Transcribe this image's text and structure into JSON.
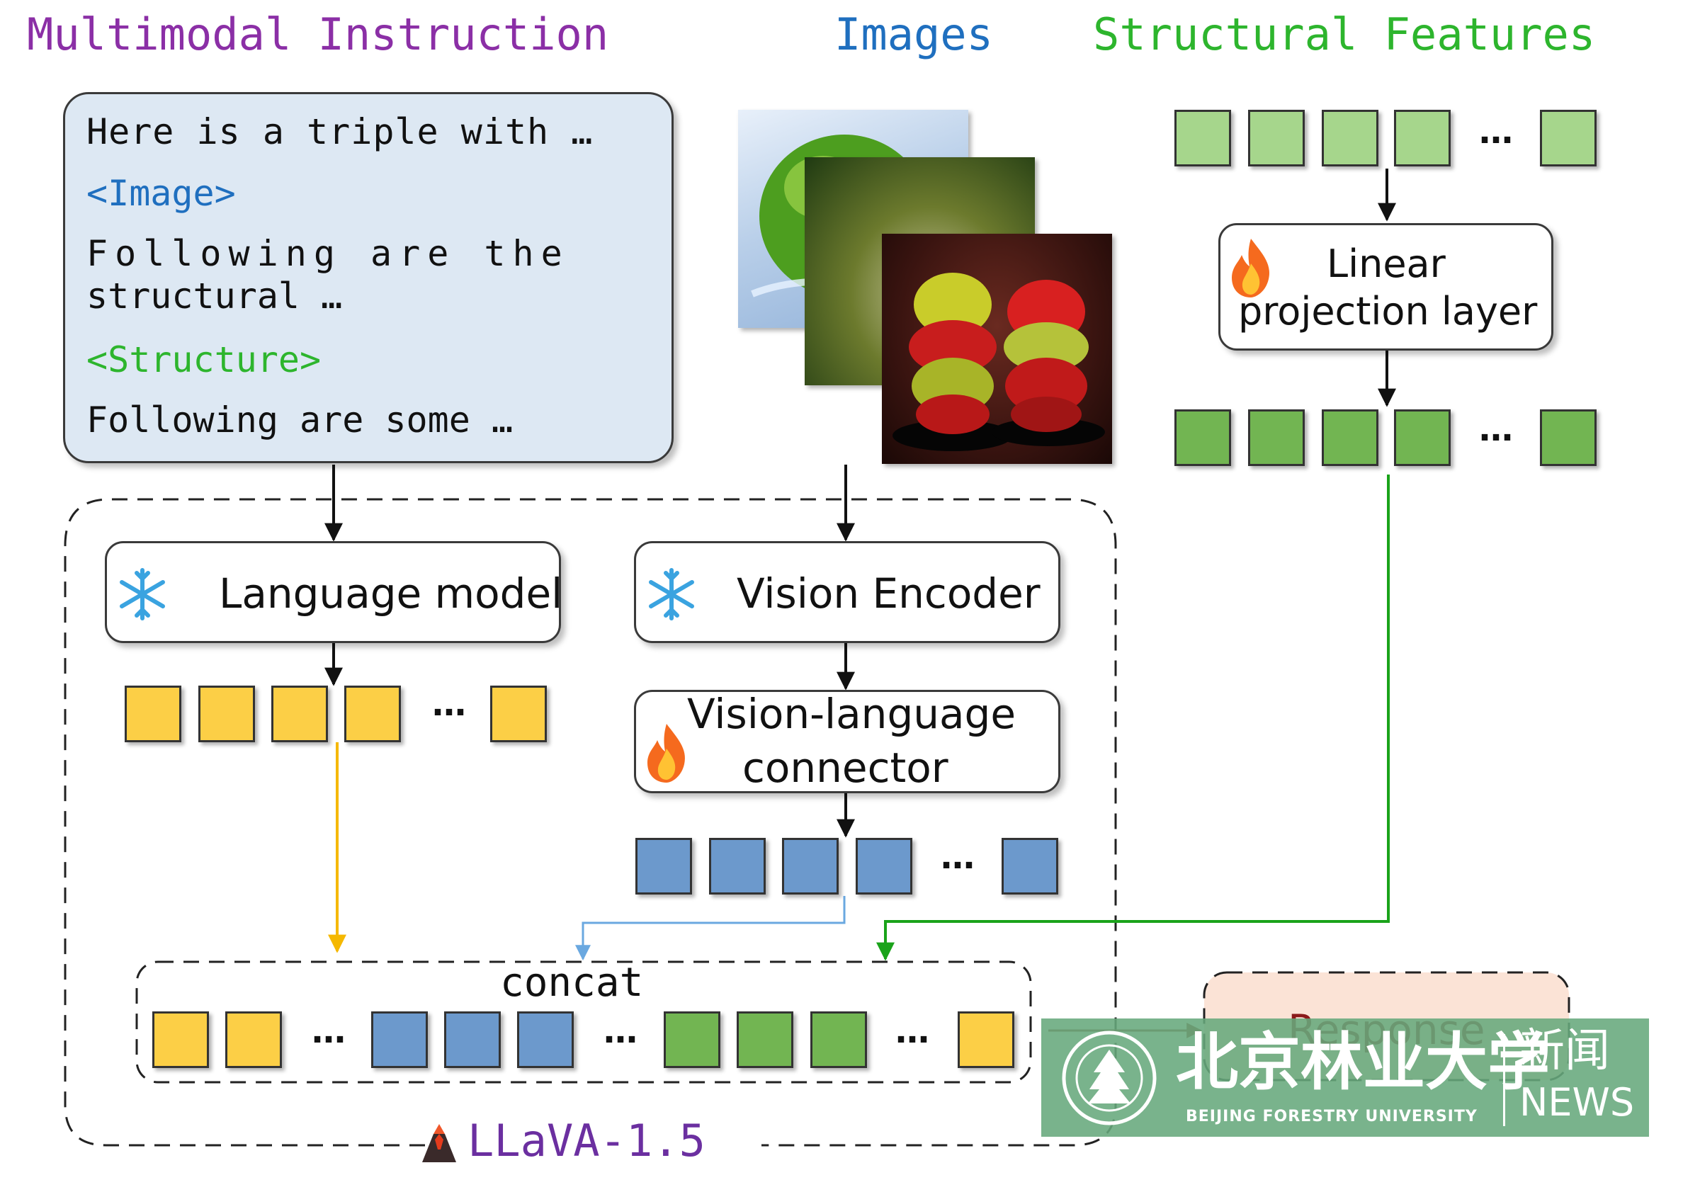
{
  "headers": {
    "instruction": "Multimodal Instruction",
    "images": "Images",
    "structural": "Structural Features"
  },
  "colors": {
    "instruction_header": "#8b2fa6",
    "images_header": "#1f6fbf",
    "structural_header": "#2db52d",
    "tag_image": "#1f6fbf",
    "tag_structure": "#2db52d",
    "llava_label": "#6b2fa0",
    "token_yellow": "#fccf46",
    "token_blue": "#6c99cc",
    "token_green": "#72b552",
    "token_light_green": "#a6d68c",
    "arrow_yellow": "#f5b800",
    "arrow_blue": "#6aa8e0",
    "arrow_green": "#1aa31a",
    "response_fill": "#fbe3d6"
  },
  "instruction": {
    "line1": "Here is a triple with …",
    "tag_image": "<Image>",
    "line3": "Following are the",
    "line4": "structural …",
    "tag_structure": "<Structure>",
    "line6": "Following are some …"
  },
  "modules": {
    "language_model": "Language model",
    "vision_encoder": "Vision Encoder",
    "vl_connector_line1": "Vision-language",
    "vl_connector_line2": "connector",
    "linear_line1": "Linear",
    "linear_line2": "projection layer"
  },
  "icons": {
    "frozen": "snowflake-icon",
    "trainable": "fire-icon",
    "llava": "volcano-icon"
  },
  "concat_label": "concat",
  "response_label": "Response",
  "llava_label": "LLaVA-1.5",
  "ellipsis": "…",
  "watermark": {
    "chinese_name": "北京林业大学",
    "news_cn": "新闻",
    "news_en": "NEWS",
    "english_name": "BEIJING FORESTRY UNIVERSITY"
  }
}
